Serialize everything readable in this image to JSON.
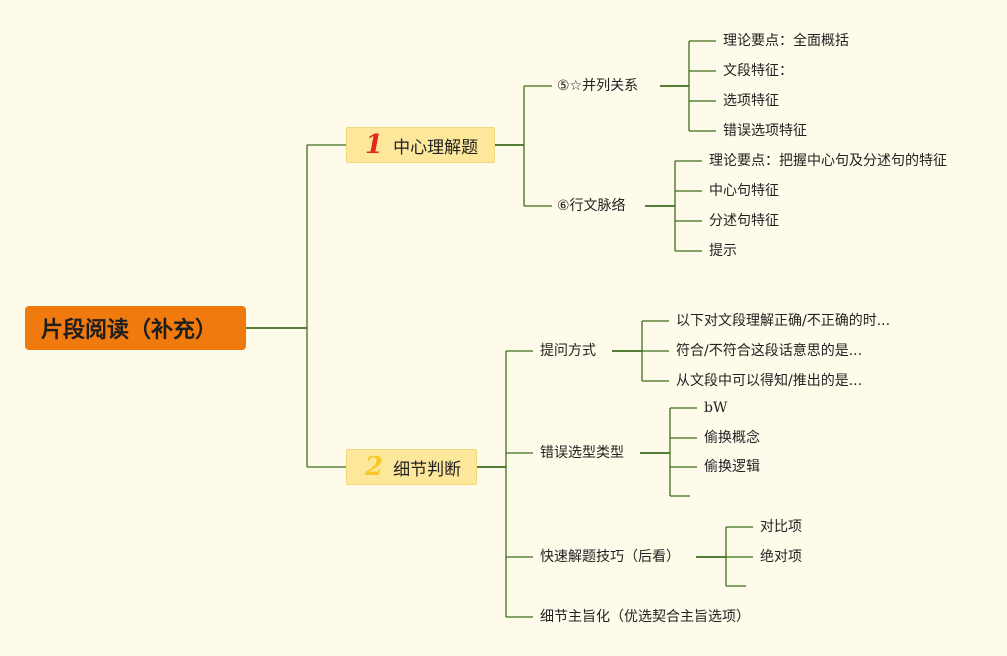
{
  "root": "片段阅读（补充）",
  "branches": [
    {
      "num": "1",
      "label": "中心理解题",
      "children": [
        {
          "label": "⑤☆并列关系",
          "children": [
            "理论要点：全面概括",
            "文段特征：",
            "选项特征",
            "错误选项特征"
          ]
        },
        {
          "label": "⑥行文脉络",
          "children": [
            "理论要点：把握中心句及分述句的特征",
            "中心句特征",
            "分述句特征",
            "提示"
          ]
        }
      ]
    },
    {
      "num": "2",
      "label": "细节判断",
      "children": [
        {
          "label": "提问方式",
          "children": [
            "以下对文段理解正确/不正确的时...",
            "符合/不符合这段话意思的是...",
            "从文段中可以得知/推出的是..."
          ]
        },
        {
          "label": "错误选型类型",
          "children": [
            "bW",
            "偷换概念",
            "偷换逻辑",
            ""
          ]
        },
        {
          "label": "快速解题技巧（后看）",
          "children": [
            "对比项",
            "绝对项",
            ""
          ]
        },
        {
          "label": "细节主旨化（优选契合主旨选项）",
          "children": []
        }
      ]
    }
  ],
  "colors": {
    "background": "#fffbea",
    "root": "#f07a0e",
    "branch": "#fde79a",
    "line": "#3f6d1c",
    "num1": "#e02a1d",
    "num2": "#f7c928"
  }
}
